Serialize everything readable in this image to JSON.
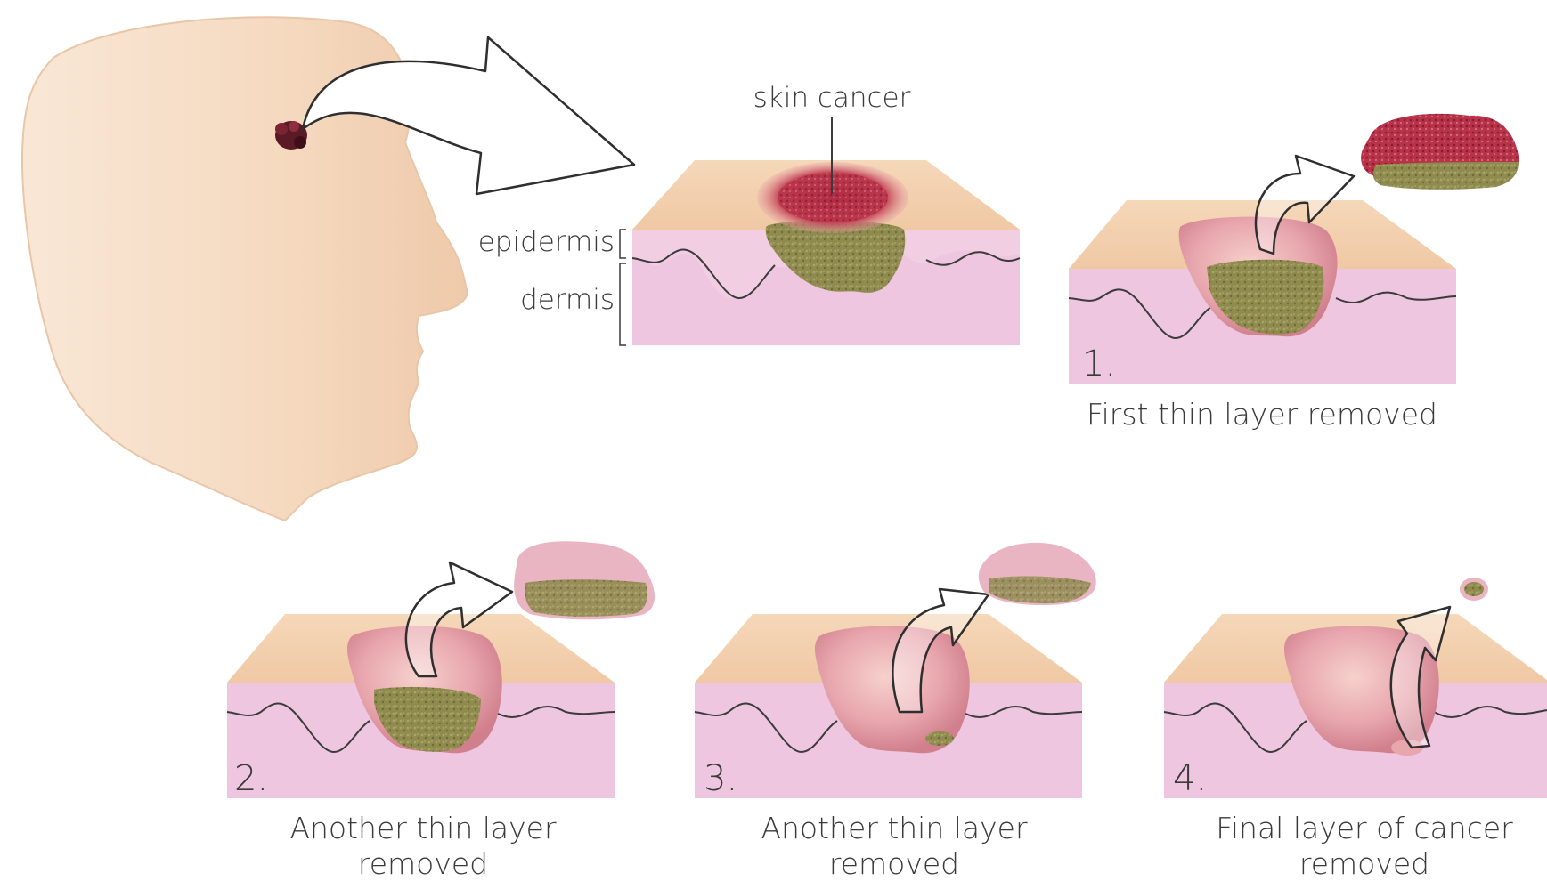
{
  "labels": {
    "skin_cancer": "skin cancer",
    "epidermis": "epidermis",
    "dermis": "dermis"
  },
  "steps": [
    {
      "number": "1.",
      "caption": [
        "First thin layer removed"
      ]
    },
    {
      "number": "2.",
      "caption": [
        "Another thin layer",
        "removed"
      ]
    },
    {
      "number": "3.",
      "caption": [
        "Another thin layer",
        "removed"
      ]
    },
    {
      "number": "4.",
      "caption": [
        "Final layer of cancer",
        "removed"
      ]
    }
  ],
  "colors": {
    "skin": "#f6dcc4",
    "epidermis_top": "#f1c9a4",
    "dermis": "#edc3de",
    "dermis_light": "#f3d4e8",
    "cancer_red": "#b3283f",
    "cancer_base": "#8f8a4e",
    "wound": "#df9aa6",
    "outline": "#2f2f2f"
  }
}
